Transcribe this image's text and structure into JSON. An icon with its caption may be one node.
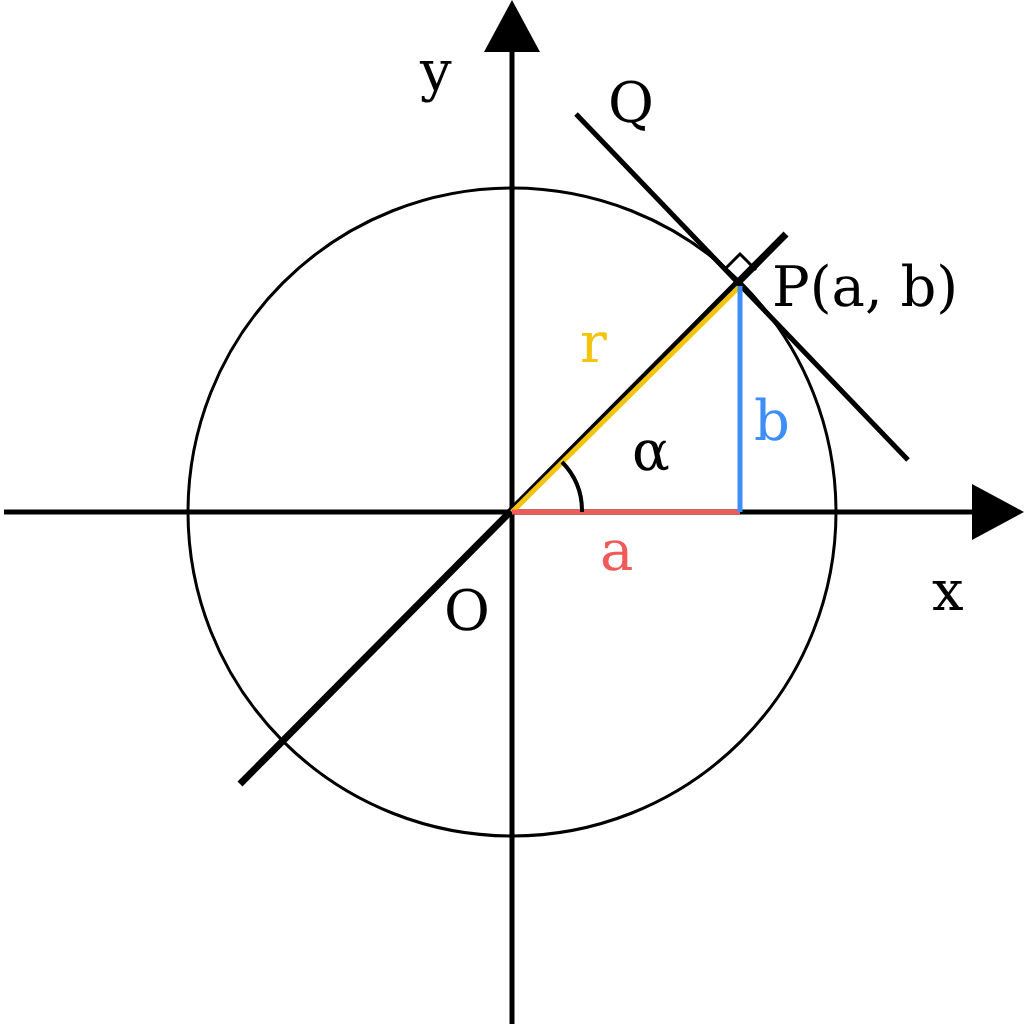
{
  "diagram": {
    "labels": [
      "y",
      "Q",
      "P(a, b)",
      "r",
      "α",
      "b",
      "x",
      "a",
      "O"
    ]
  }
}
